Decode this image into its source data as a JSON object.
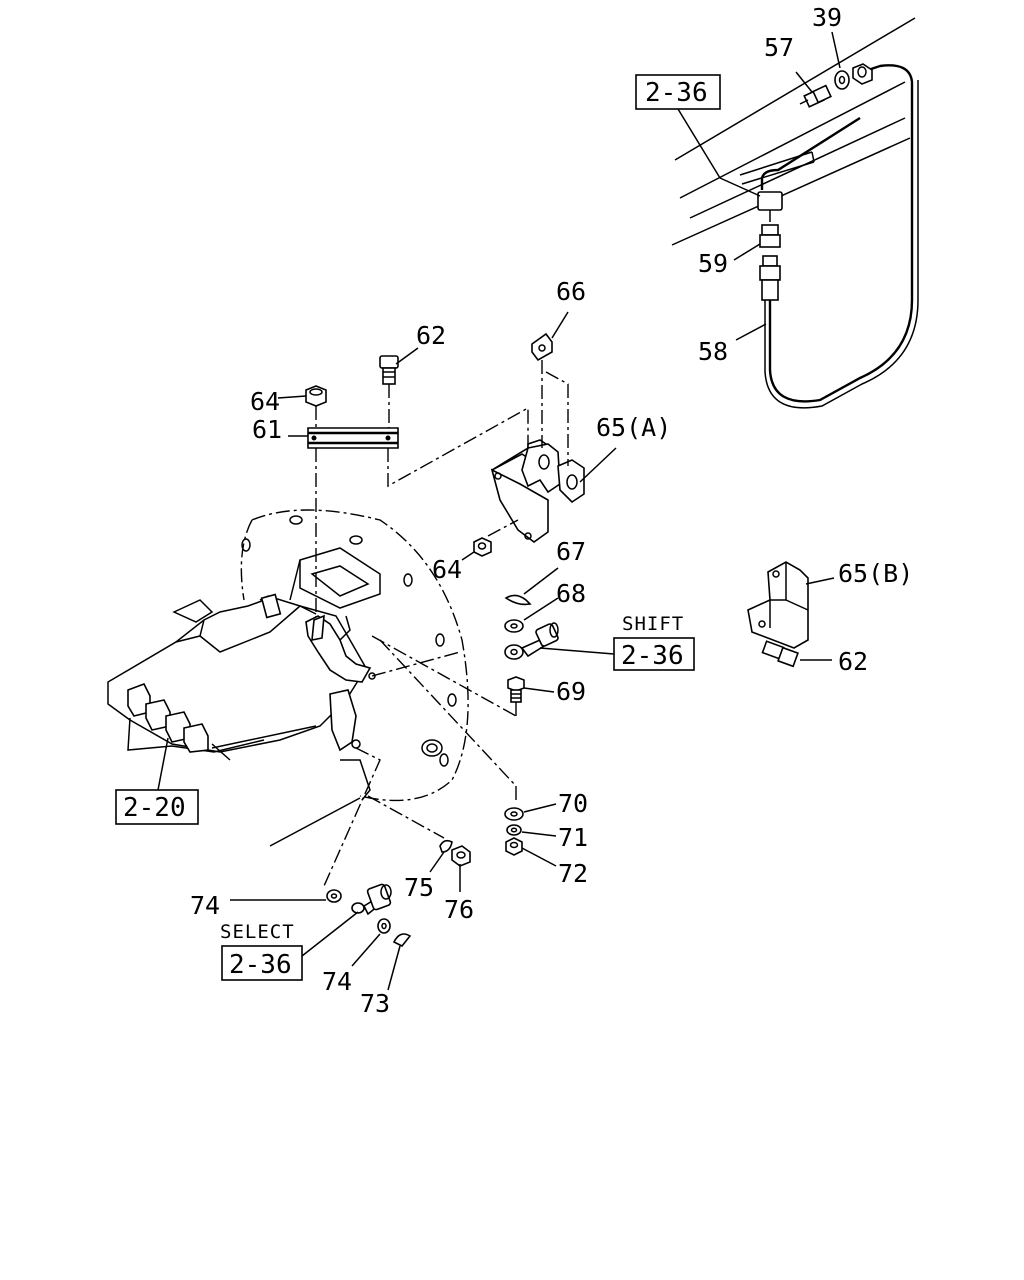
{
  "labels": {
    "p39": "39",
    "p57": "57",
    "p59": "59",
    "p58": "58",
    "p66": "66",
    "p62a": "62",
    "p64a": "64",
    "p61": "61",
    "p65a": "65(A)",
    "p64b": "64",
    "p67": "67",
    "p68": "68",
    "p69": "69",
    "p65b": "65(B)",
    "p62b": "62",
    "p70": "70",
    "p71": "71",
    "p72": "72",
    "p75": "75",
    "p76": "76",
    "p74a": "74",
    "p74b": "74",
    "p73": "73"
  },
  "text": {
    "shift": "SHIFT",
    "select": "SELECT"
  },
  "refs": {
    "ref_top": "2-36",
    "ref_shift": "2-36",
    "ref_select": "2-36",
    "ref_left": "2-20"
  }
}
